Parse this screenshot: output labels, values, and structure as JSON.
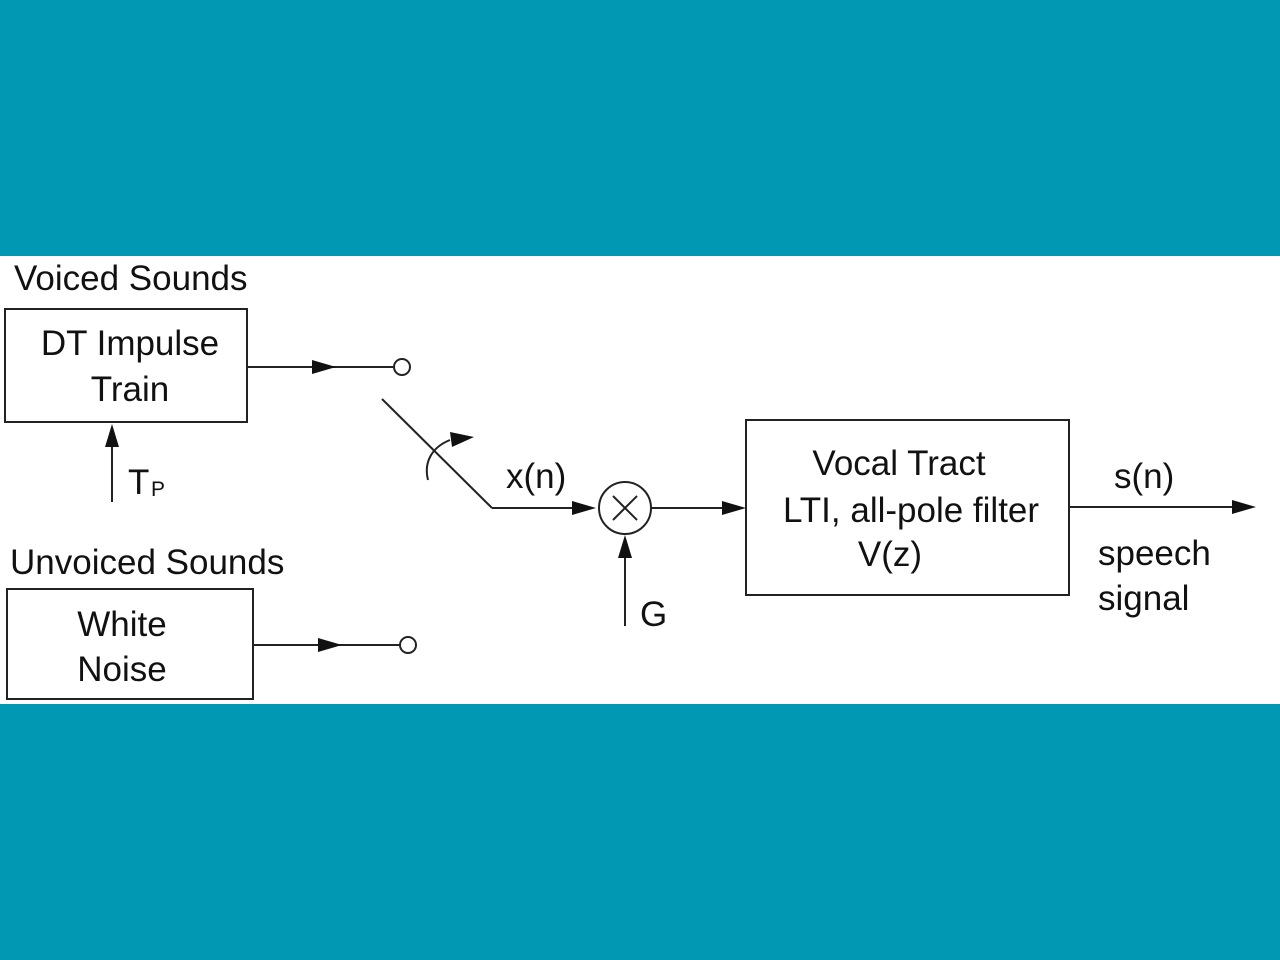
{
  "theme": {
    "background": "#0098b2",
    "panel": "#ffffff",
    "ink": "#222222"
  },
  "voiced": {
    "heading": "Voiced Sounds",
    "block_line1": "DT Impulse",
    "block_line2": "Train",
    "period_symbol": "T",
    "period_subscript": "P"
  },
  "unvoiced": {
    "heading": "Unvoiced Sounds",
    "block_line1": "White",
    "block_line2": "Noise"
  },
  "excitation_label": "x(n)",
  "multiplier_symbol": "×",
  "gain_label": "G",
  "vocal_tract": {
    "line1": "Vocal Tract",
    "line2": "LTI, all-pole filter",
    "line3": "V(z)"
  },
  "output": {
    "signal_label": "s(n)",
    "caption_line1": "speech",
    "caption_line2": "signal"
  },
  "icons": [
    "switch-icon",
    "multiplier-icon",
    "rotation-arrow-icon"
  ]
}
